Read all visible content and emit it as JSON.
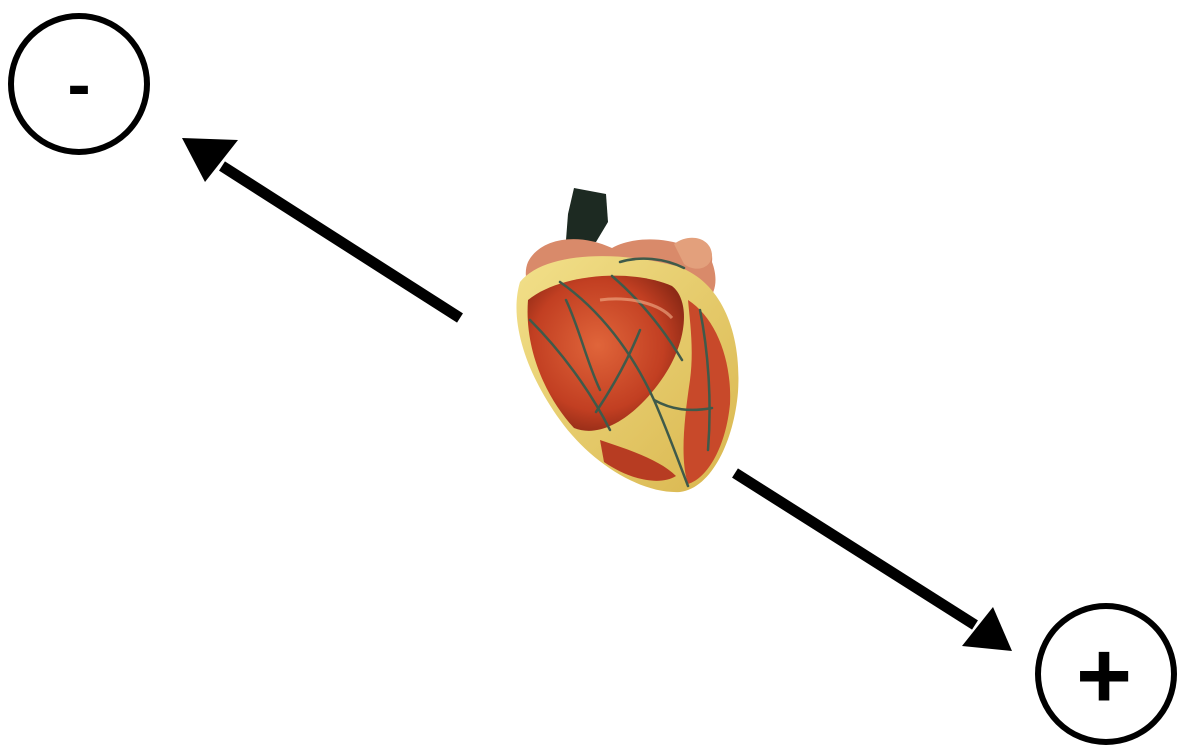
{
  "diagram": {
    "negative_terminal": {
      "label": "-"
    },
    "positive_terminal": {
      "label": "+"
    },
    "heart": {
      "icon": "heart-model-icon"
    },
    "arrows": [
      {
        "name": "arrow-to-negative",
        "direction": "up-left"
      },
      {
        "name": "arrow-to-positive",
        "direction": "down-right"
      }
    ],
    "colors": {
      "ink": "#000000",
      "background": "#ffffff",
      "muscle": "#c8492a",
      "fat": "#e7cf6a",
      "vessel": "#3f5a4a",
      "atrium": "#d98a6a"
    }
  }
}
